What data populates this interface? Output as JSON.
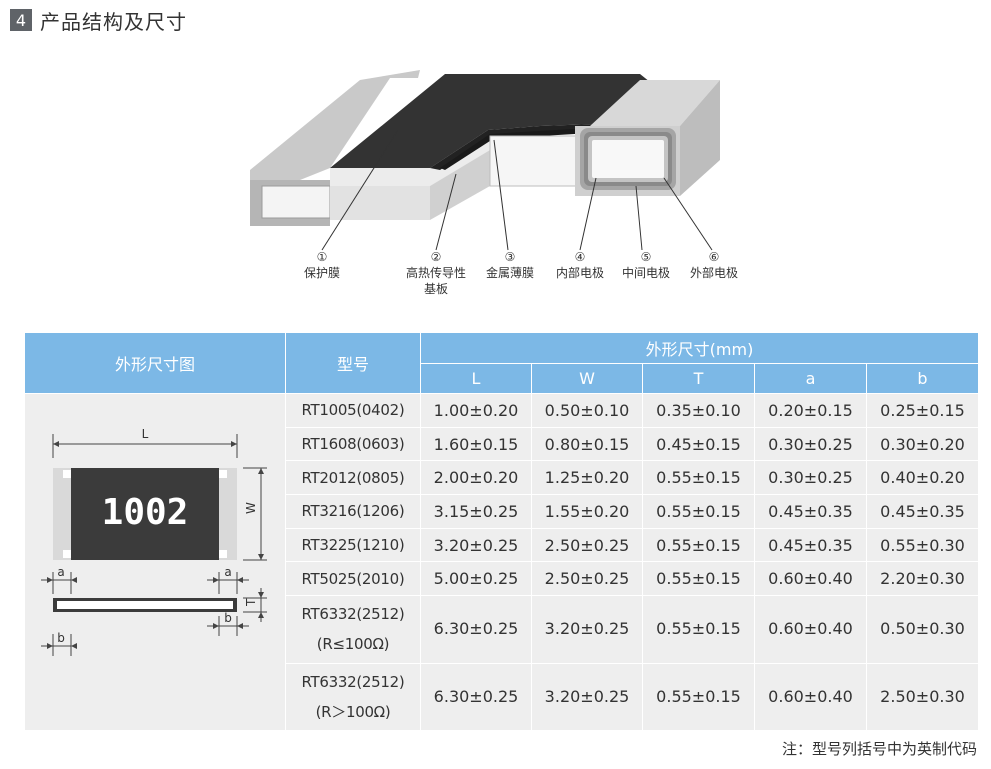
{
  "section": {
    "number": "4",
    "title": "产品结构及尺寸"
  },
  "structure": {
    "callouts": [
      {
        "num": "①",
        "label": "保护膜"
      },
      {
        "num": "②",
        "label": "高热传导性",
        "label2": "基板"
      },
      {
        "num": "③",
        "label": "金属薄膜"
      },
      {
        "num": "④",
        "label": "内部电极"
      },
      {
        "num": "⑤",
        "label": "中间电极"
      },
      {
        "num": "⑥",
        "label": "外部电极"
      }
    ]
  },
  "table": {
    "col_drawing": "外形尺寸图",
    "col_model": "型号",
    "col_dims": "外形尺寸(mm)",
    "dim_cols": [
      "L",
      "W",
      "T",
      "a",
      "b"
    ],
    "rows": [
      {
        "model": "RT1005(0402)",
        "L": "1.00±0.20",
        "W": "0.50±0.10",
        "T": "0.35±0.10",
        "a": "0.20±0.15",
        "b": "0.25±0.15"
      },
      {
        "model": "RT1608(0603)",
        "L": "1.60±0.15",
        "W": "0.80±0.15",
        "T": "0.45±0.15",
        "a": "0.30±0.25",
        "b": "0.30±0.20"
      },
      {
        "model": "RT2012(0805)",
        "L": "2.00±0.20",
        "W": "1.25±0.20",
        "T": "0.55±0.15",
        "a": "0.30±0.25",
        "b": "0.40±0.20"
      },
      {
        "model": "RT3216(1206)",
        "L": "3.15±0.25",
        "W": "1.55±0.20",
        "T": "0.55±0.15",
        "a": "0.45±0.35",
        "b": "0.45±0.35"
      },
      {
        "model": "RT3225(1210)",
        "L": "3.20±0.25",
        "W": "2.50±0.25",
        "T": "0.55±0.15",
        "a": "0.45±0.35",
        "b": "0.55±0.30"
      },
      {
        "model": "RT5025(2010)",
        "L": "5.00±0.25",
        "W": "2.50±0.25",
        "T": "0.55±0.15",
        "a": "0.60±0.40",
        "b": "2.20±0.30"
      },
      {
        "model": "RT6332(2512)",
        "model2": "(R≤100Ω)",
        "L": "6.30±0.25",
        "W": "3.20±0.25",
        "T": "0.55±0.15",
        "a": "0.60±0.40",
        "b": "0.50±0.30"
      },
      {
        "model": "RT6332(2512)",
        "model2": "(R＞100Ω)",
        "L": "6.30±0.25",
        "W": "3.20±0.25",
        "T": "0.55±0.15",
        "a": "0.60±0.40",
        "b": "2.50±0.30"
      }
    ]
  },
  "drawing": {
    "label_L": "L",
    "label_W": "W",
    "label_T": "T",
    "label_a": "a",
    "label_b": "b",
    "marking": "1002"
  },
  "footnote": "注：型号列括号中为英制代码"
}
